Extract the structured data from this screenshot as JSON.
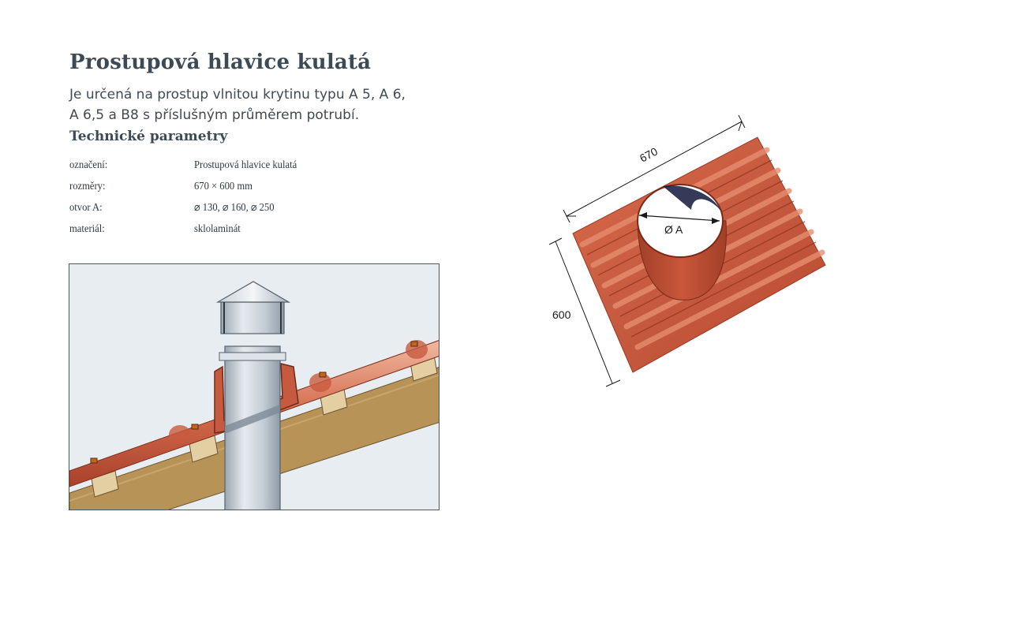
{
  "title": "Prostupová hlavice kulatá",
  "description_line1": "Je určená na prostup vlnitou krytinu typu A 5, A 6,",
  "description_line2": "A 6,5 a B8 s příslušným průměrem potrubí.",
  "tech_heading": "Technické parametry",
  "params": [
    {
      "label": "označení:",
      "value": "Prostupová  hlavice  kulatá"
    },
    {
      "label": "rozměry:",
      "value": "670 × 600 mm"
    },
    {
      "label": "otvor A:",
      "value": "⌀ 130,  ⌀ 160,  ⌀ 250"
    },
    {
      "label": "materiál:",
      "value": "sklolaminát"
    }
  ],
  "drawing": {
    "width_label": "670",
    "height_label": "600",
    "hole_label": "Ø A"
  },
  "colors": {
    "heading": "#3b4a55",
    "roof_tile": "#c9583e",
    "timber": "#b89357",
    "pipe": "#bcc6cf",
    "background_panel": "#e8edf1"
  }
}
